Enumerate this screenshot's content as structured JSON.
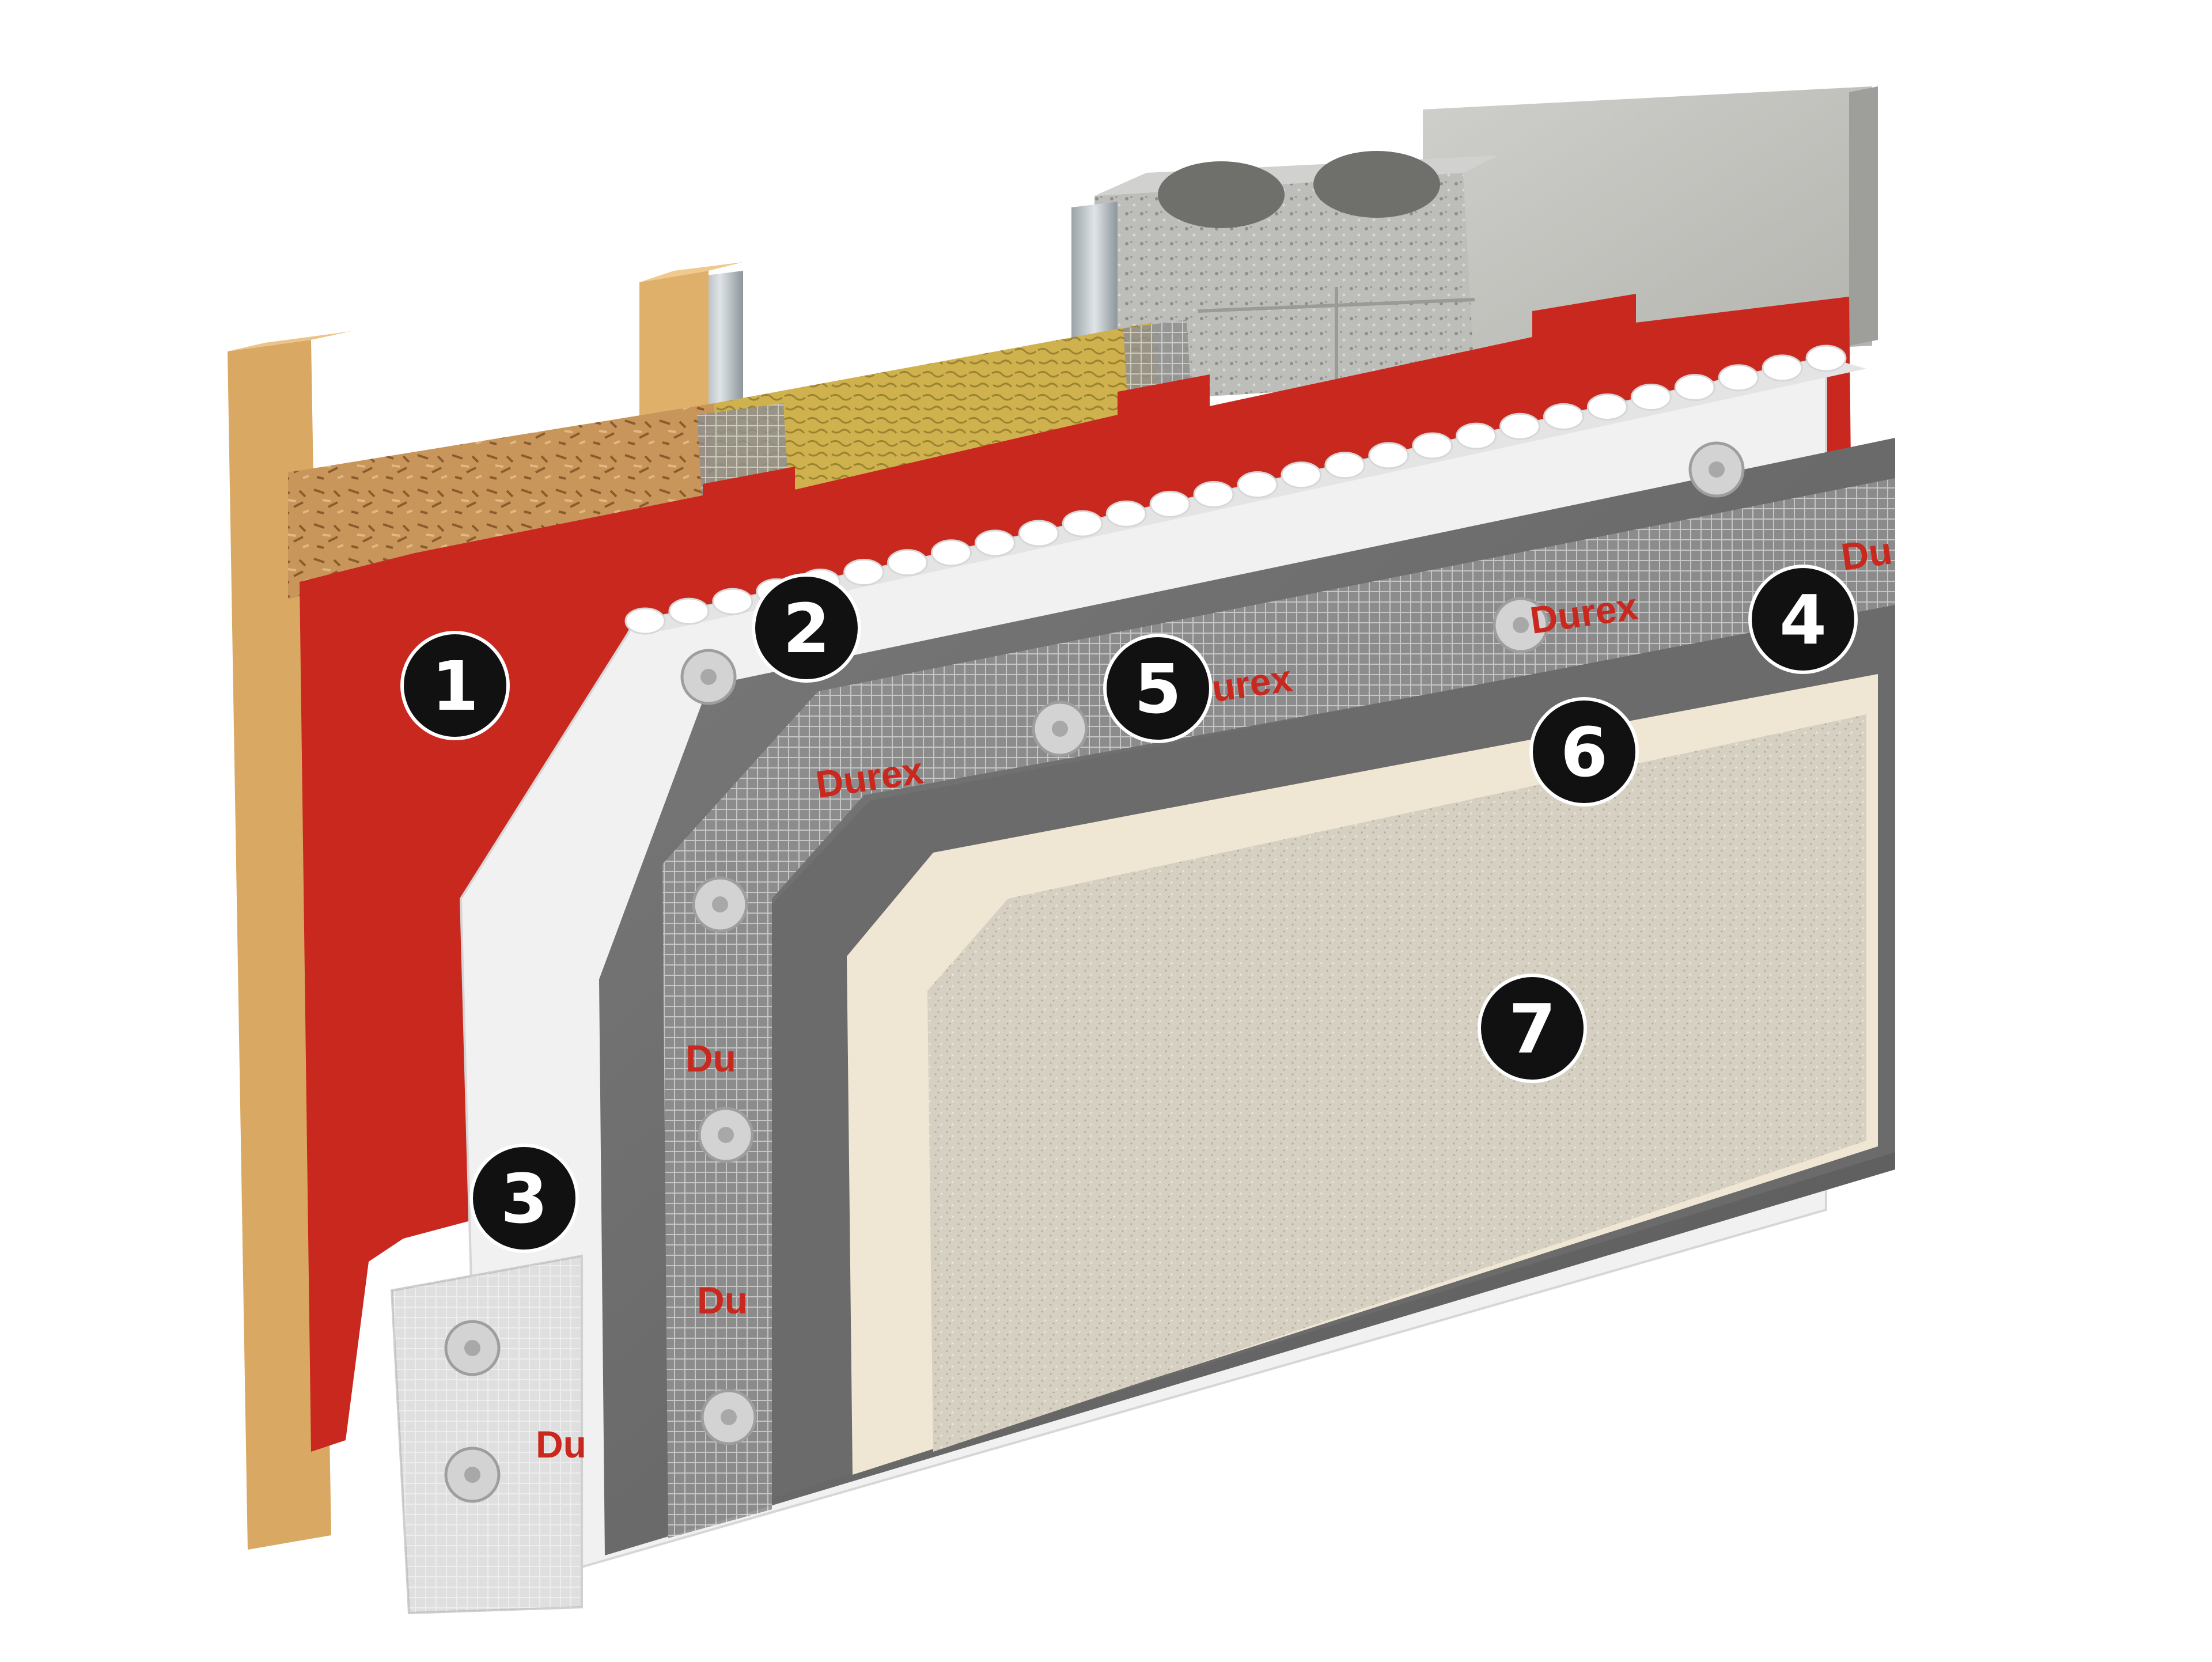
{
  "diagram": {
    "brand_text": "Durex",
    "callouts": [
      {
        "id": "c1",
        "label": "1"
      },
      {
        "id": "c2",
        "label": "2"
      },
      {
        "id": "c3",
        "label": "3"
      },
      {
        "id": "c4",
        "label": "4"
      },
      {
        "id": "c5",
        "label": "5"
      },
      {
        "id": "c6",
        "label": "6"
      },
      {
        "id": "c7",
        "label": "7"
      }
    ],
    "brand_marks": [
      {
        "id": "b1",
        "text": "Durex"
      },
      {
        "id": "b2",
        "text": "Durex"
      },
      {
        "id": "b3",
        "text": "Durex"
      },
      {
        "id": "b4",
        "text": "Du"
      },
      {
        "id": "b5",
        "text": "Du"
      },
      {
        "id": "b6",
        "text": "Du"
      },
      {
        "id": "b7",
        "text": "Du"
      }
    ],
    "colors": {
      "barrier_red": "#c8281e",
      "wood": "#d9a862",
      "osb": "#c9935a",
      "insulation": "#cdb24d",
      "block": "#b9b9b6",
      "concrete": "#c4c4c0",
      "eps": "#f2f2f2",
      "basecoat": "#6a6a6a",
      "mesh": "#9b9b9b",
      "primer": "#efe6d4",
      "finish": "#d8d2c5",
      "callout_bg": "#111111"
    }
  }
}
